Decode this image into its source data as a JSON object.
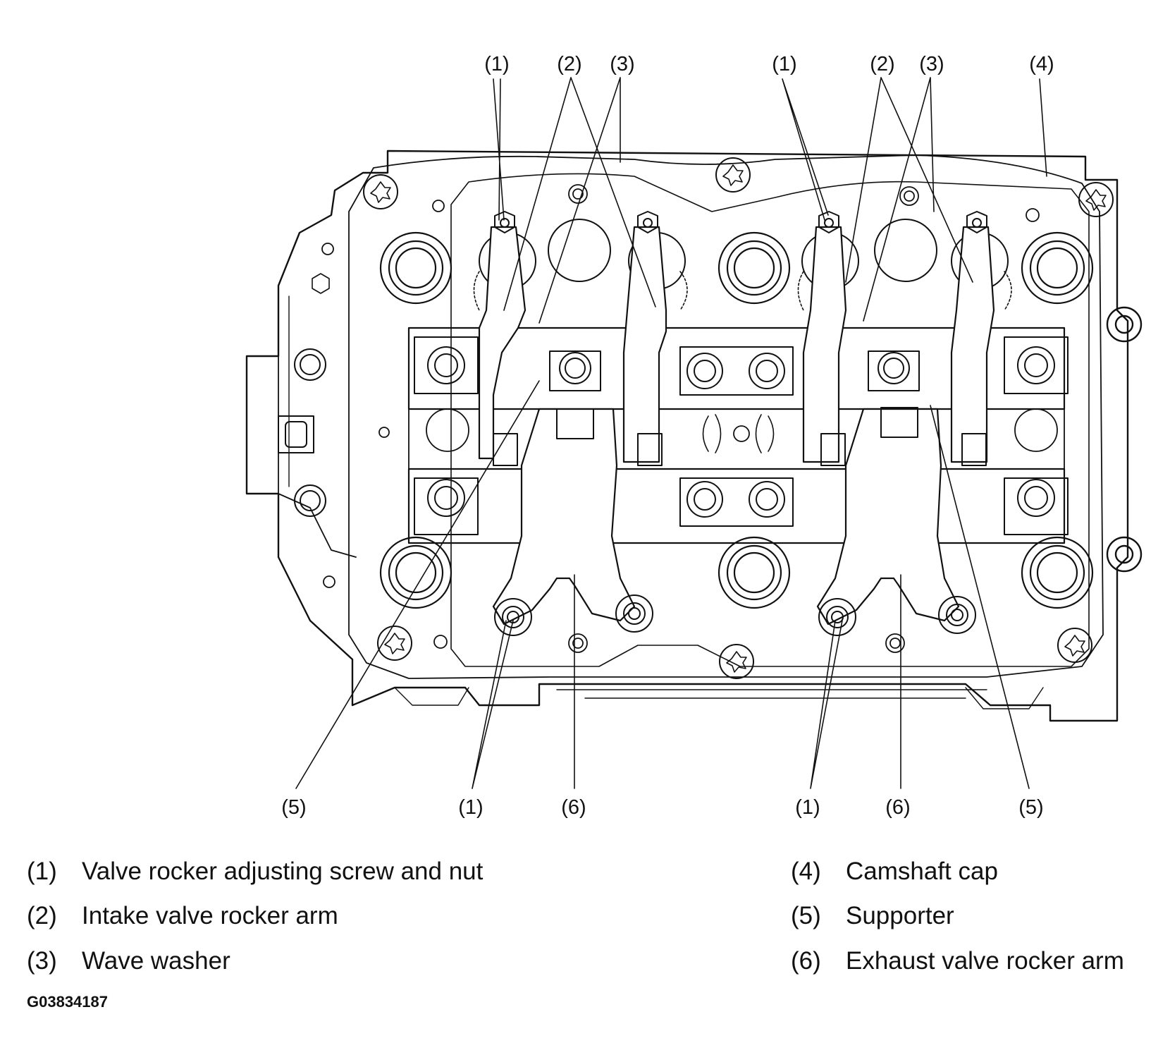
{
  "callouts": {
    "top": [
      "(1)",
      "(2)",
      "(3)",
      "(1)",
      "(2)",
      "(3)",
      "(4)"
    ],
    "bottom": [
      "(5)",
      "(1)",
      "(6)",
      "(1)",
      "(6)",
      "(5)"
    ]
  },
  "legend": [
    {
      "num": "(1)",
      "text": "Valve rocker adjusting screw and nut"
    },
    {
      "num": "(2)",
      "text": "Intake valve rocker arm"
    },
    {
      "num": "(3)",
      "text": "Wave washer"
    },
    {
      "num": "(4)",
      "text": "Camshaft cap"
    },
    {
      "num": "(5)",
      "text": "Supporter"
    },
    {
      "num": "(6)",
      "text": "Exhaust valve rocker arm"
    }
  ],
  "figure_id": "G03834187"
}
